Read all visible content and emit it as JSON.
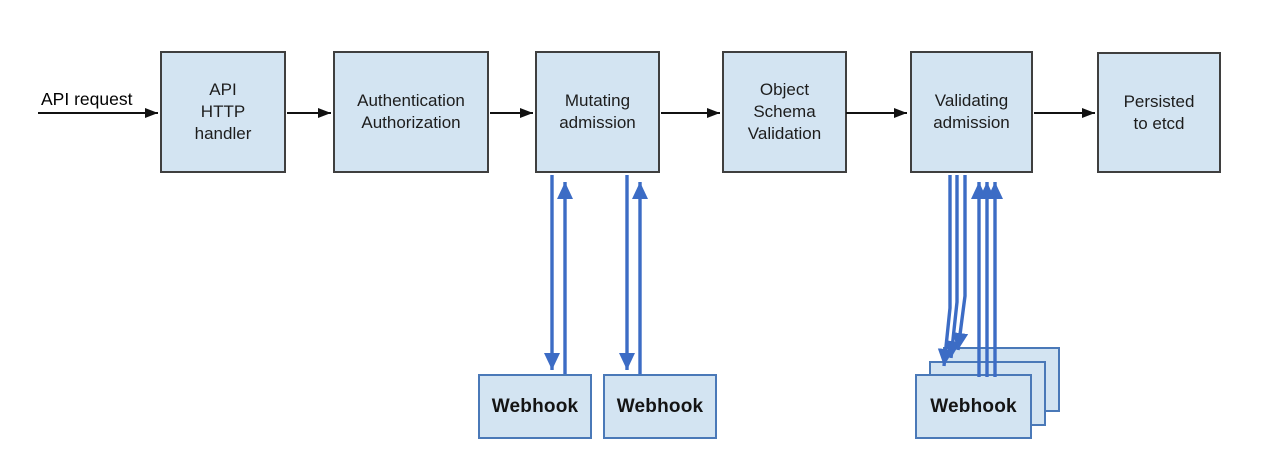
{
  "diagram": {
    "entry_label": "API request",
    "pipeline": [
      {
        "label": "API\nHTTP\nhandler"
      },
      {
        "label": "Authentication\nAuthorization"
      },
      {
        "label": "Mutating\nadmission"
      },
      {
        "label": "Object\nSchema\nValidation"
      },
      {
        "label": "Validating\nadmission"
      },
      {
        "label": "Persisted\nto etcd"
      }
    ],
    "mutating_webhooks": [
      {
        "label": "Webhook"
      },
      {
        "label": "Webhook"
      }
    ],
    "validating_webhook_stack": {
      "label": "Webhook",
      "count": 3
    },
    "colors": {
      "box_fill": "#d3e4f2",
      "pipeline_box_border": "#3f3f3f",
      "webhook_box_border": "#4a79b8",
      "flow_arrow": "#111111",
      "webhook_arrow": "#3c6cc5"
    }
  }
}
